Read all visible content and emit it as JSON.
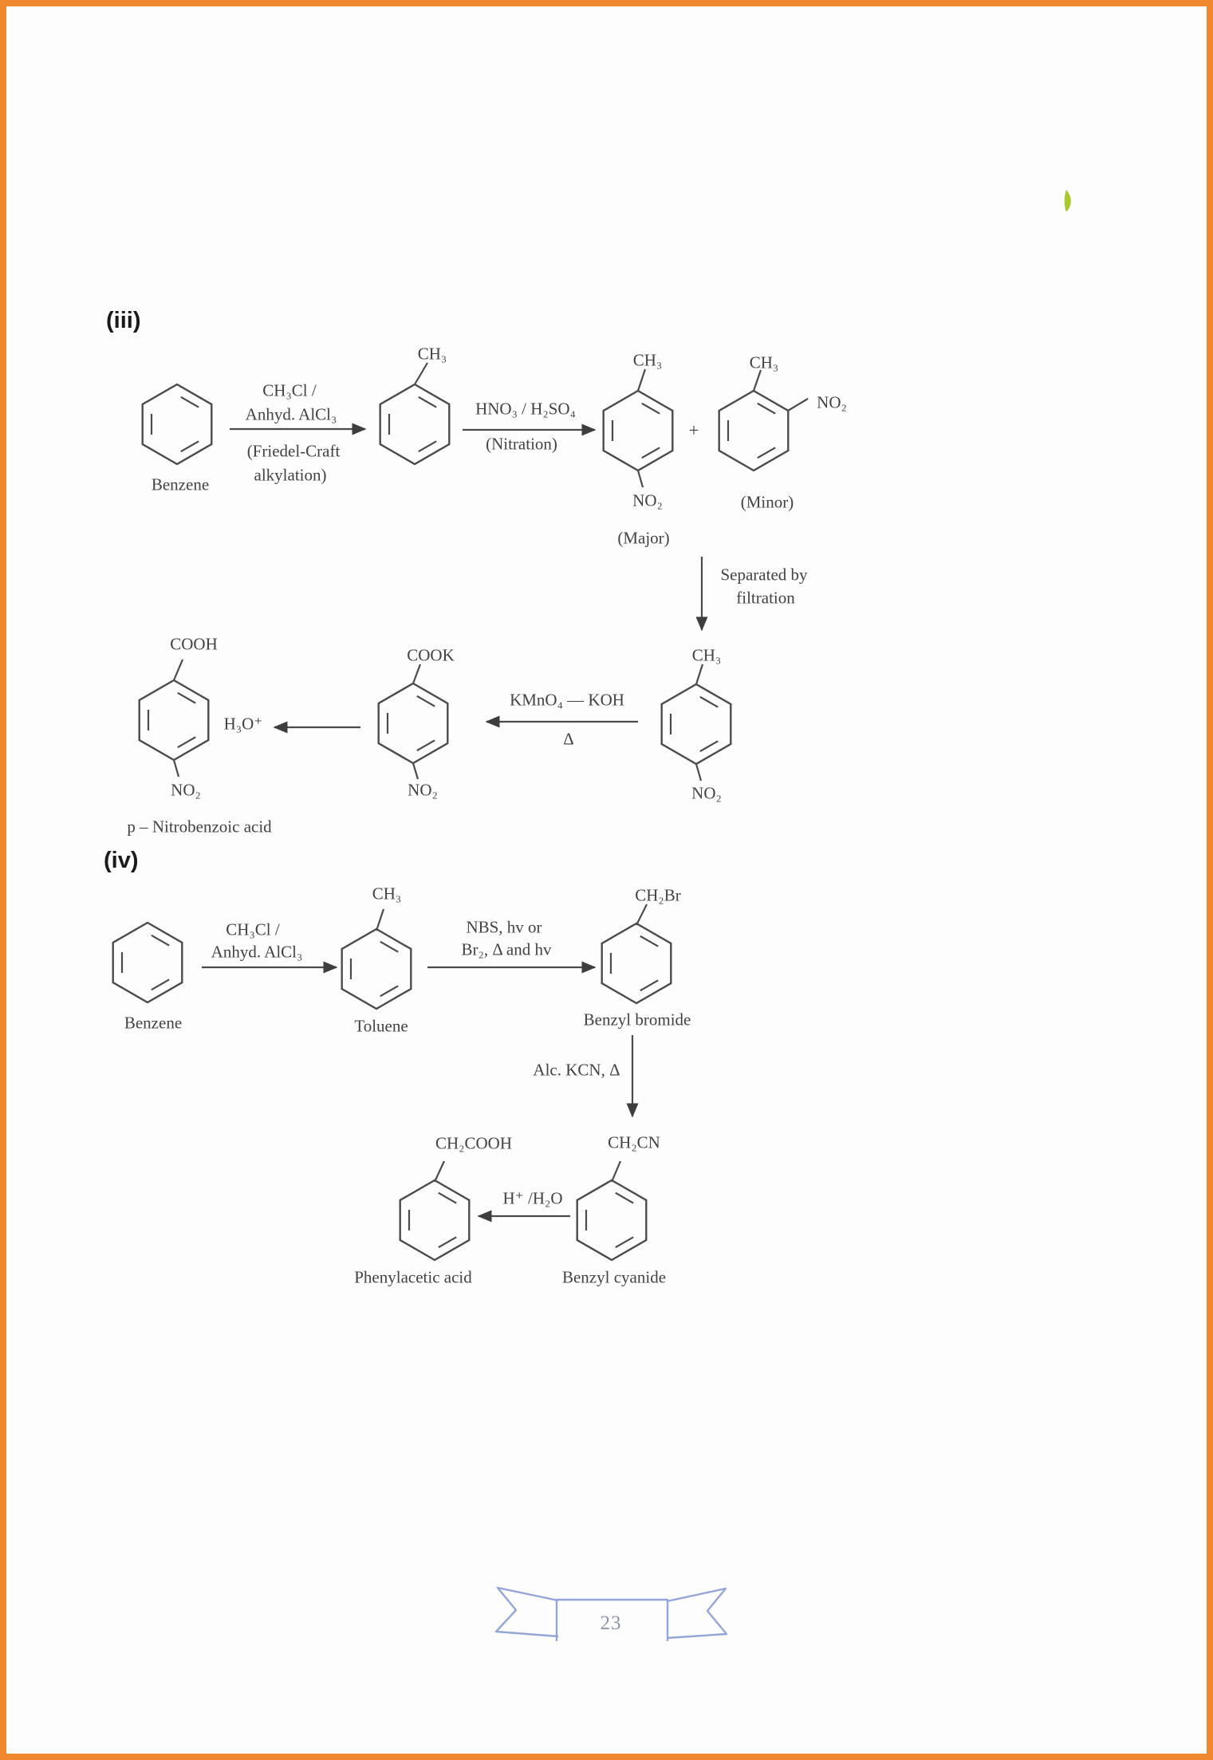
{
  "page": {
    "number": "23",
    "colors": {
      "border": "#F0882F",
      "ink": "#424242",
      "ribbon": "#93A6D7",
      "leaf_accent": "#A8C92C",
      "page_number": "#8A95A8"
    }
  },
  "section_iii": {
    "heading": "(iii)",
    "row1": {
      "benzene_label": "Benzene",
      "reagent_line1": "CH₃Cl /",
      "reagent_line2": "Anhyd. AlCl₃",
      "condition_line1": "(Friedel-Craft",
      "condition_line2": "alkylation)",
      "toluene_ch3": "CH₃",
      "nitration_reagent": "HNO₃ / H₂SO₄",
      "nitration_condition": "(Nitration)",
      "major_ch3": "CH₃",
      "major_no2": "NO₂",
      "major_label": "(Major)",
      "plus_sign": "+",
      "minor_ch3": "CH₃",
      "minor_no2": "NO₂",
      "minor_label": "(Minor)",
      "separation_line1": "Separated by",
      "separation_line2": "filtration"
    },
    "row2": {
      "pnitrotoluene_ch3": "CH₃",
      "pnitrotoluene_no2": "NO₂",
      "oxidation_reagent": "KMnO₄ — KOH",
      "oxidation_condition": "Δ",
      "salt_cook": "COOK",
      "salt_no2": "NO₂",
      "hydrolysis_reagent": "H₃O⁺",
      "acid_cooh": "COOH",
      "acid_no2": "NO₂",
      "product_name": "p – Nitrobenzoic acid"
    }
  },
  "section_iv": {
    "heading": "(iv)",
    "row1": {
      "benzene_label": "Benzene",
      "reagent_line1": "CH₃Cl /",
      "reagent_line2": "Anhyd. AlCl₃",
      "toluene_ch3": "CH₃",
      "toluene_label": "Toluene",
      "bromination_line1": "NBS, hv or",
      "bromination_line2": "Br₂, Δ and hv",
      "benzylbromide_ch2br": "CH₂Br",
      "benzylbromide_label": "Benzyl bromide",
      "kcn_reagent": "Alc. KCN, Δ"
    },
    "row2": {
      "benzylcyanide_ch2cn": "CH₂CN",
      "benzylcyanide_label": "Benzyl cyanide",
      "hydrolysis_reagent": "H⁺ /H₂O",
      "acid_ch2cooh": "CH₂COOH",
      "acid_label": "Phenylacetic acid"
    }
  }
}
